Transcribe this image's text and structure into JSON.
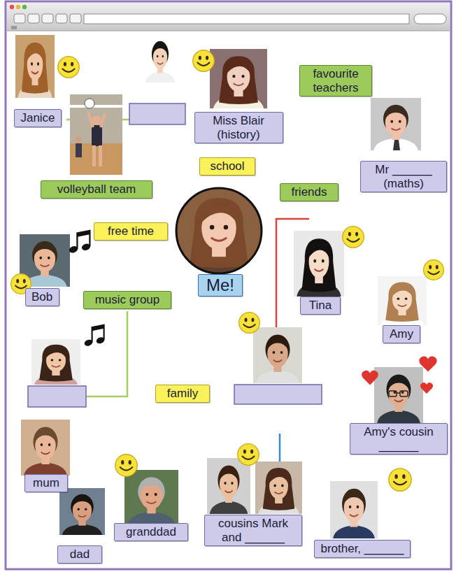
{
  "diagram": {
    "nodes": [
      {
        "text": [
          "Janice"
        ]
      },
      {
        "text": [
          "Miss Blair (history)"
        ]
      },
      {
        "text": [
          "favourite teachers"
        ]
      },
      {
        "text": [
          "Mr ______ (maths)"
        ]
      },
      {
        "text": [
          "school"
        ]
      },
      {
        "text": [
          "volleyball team"
        ]
      },
      {
        "text": [
          "friends"
        ]
      },
      {
        "text": [
          "free time"
        ]
      },
      {
        "text": [
          "Me!"
        ]
      },
      {
        "text": [
          "Bob"
        ]
      },
      {
        "text": [
          "Tina"
        ]
      },
      {
        "text": [
          "music group"
        ]
      },
      {
        "text": [
          "Amy"
        ]
      },
      {
        "text": [
          "family"
        ]
      },
      {
        "text": [
          "Amy's cousin ______"
        ]
      },
      {
        "text": [
          "mum"
        ]
      },
      {
        "text": [
          "granddad"
        ]
      },
      {
        "text": [
          "cousins Mark and ______"
        ]
      },
      {
        "text": [
          "brother, ______"
        ]
      },
      {
        "text": [
          "dad"
        ]
      }
    ],
    "edges": [
      {
        "from": 8,
        "to": 4,
        "arrow": "none"
      },
      {
        "from": 4,
        "to": 2,
        "arrow": "none"
      },
      {
        "from": 4,
        "to": 6,
        "arrow": "none"
      },
      {
        "from": 2,
        "to": 1,
        "arrow": "none"
      },
      {
        "from": 2,
        "to": 3,
        "arrow": "none"
      },
      {
        "from": 6,
        "to": 10,
        "arrow": "none"
      },
      {
        "from": 6,
        "to": 12,
        "arrow": "none"
      },
      {
        "from": 8,
        "to": 7,
        "arrow": "none"
      },
      {
        "from": 7,
        "to": 5,
        "arrow": "none"
      },
      {
        "from": 5,
        "to": 0,
        "arrow": "none"
      },
      {
        "from": 7,
        "to": 11,
        "arrow": "none"
      },
      {
        "from": 11,
        "to": 9,
        "arrow": "none"
      },
      {
        "from": 8,
        "to": 13,
        "arrow": "none"
      },
      {
        "from": 13,
        "to": 15,
        "arrow": "none"
      },
      {
        "from": 13,
        "to": 19,
        "arrow": "none"
      },
      {
        "from": 13,
        "to": 16,
        "arrow": "none"
      },
      {
        "from": 13,
        "to": 17,
        "arrow": "none"
      },
      {
        "from": 13,
        "to": 18,
        "arrow": "none"
      }
    ]
  }
}
